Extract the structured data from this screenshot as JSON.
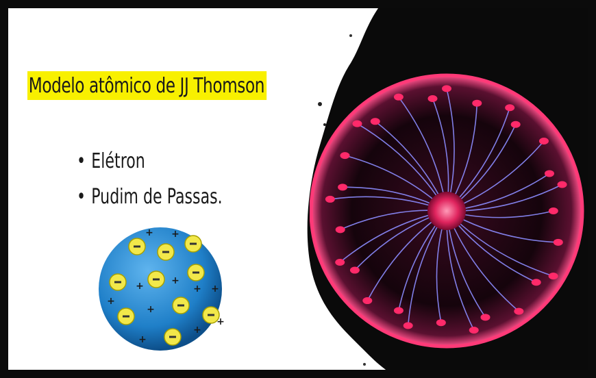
{
  "slide": {
    "title": "Modelo atômico de JJ Thomson",
    "bullets": [
      "Elétron",
      "Pudim de Passas."
    ]
  },
  "colors": {
    "title_highlight": "#f8f000",
    "sphere_blue": "#1f7fc8",
    "electron_yellow": "#f2e84a",
    "plasma_pink": "#ff2a6a",
    "plasma_blue": "#8c8cff"
  },
  "icons": {
    "electron": "minus-circle-icon",
    "positive_charge": "plus-icon"
  }
}
